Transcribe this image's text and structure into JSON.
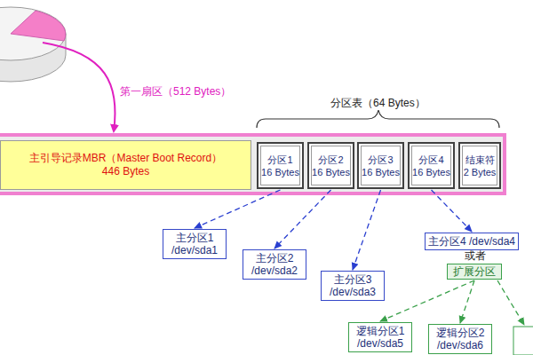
{
  "diagram": {
    "nodes": [
      {
        "text": [
          "主引导记录MBR（Master Boot Record）",
          "446 Bytes"
        ]
      },
      {
        "text": [
          "分区1",
          "16 Bytes"
        ]
      },
      {
        "text": [
          "分区2",
          "16 Bytes"
        ]
      },
      {
        "text": [
          "分区3",
          "16 Bytes"
        ]
      },
      {
        "text": [
          "分区4",
          "16 Bytes"
        ]
      },
      {
        "text": [
          "结束符",
          "2 Bytes"
        ]
      },
      {
        "text": [
          "主分区1 /dev/sda1"
        ]
      },
      {
        "text": [
          "主分区2 /dev/sda2"
        ]
      },
      {
        "text": [
          "主分区3 /dev/sda3"
        ]
      },
      {
        "text": [
          "主分区4 /dev/sda4"
        ]
      },
      {
        "text": [
          "扩展分区"
        ]
      },
      {
        "text": [
          "逻辑分区1 /dev/sda5"
        ]
      },
      {
        "text": [
          "逻辑分区2 /dev/sda6"
        ]
      }
    ],
    "edges": [
      {
        "from": 1,
        "to": 6,
        "arrow": "to"
      },
      {
        "from": 2,
        "to": 7,
        "arrow": "to"
      },
      {
        "from": 3,
        "to": 8,
        "arrow": "to"
      },
      {
        "from": 4,
        "to": 9,
        "arrow": "to"
      },
      {
        "from": 10,
        "to": 11,
        "arrow": "to"
      },
      {
        "from": 10,
        "to": 12,
        "arrow": "to"
      }
    ],
    "labels": [
      "第一扇区（512 Bytes）",
      "分区表（64 Bytes）",
      "或者"
    ]
  }
}
